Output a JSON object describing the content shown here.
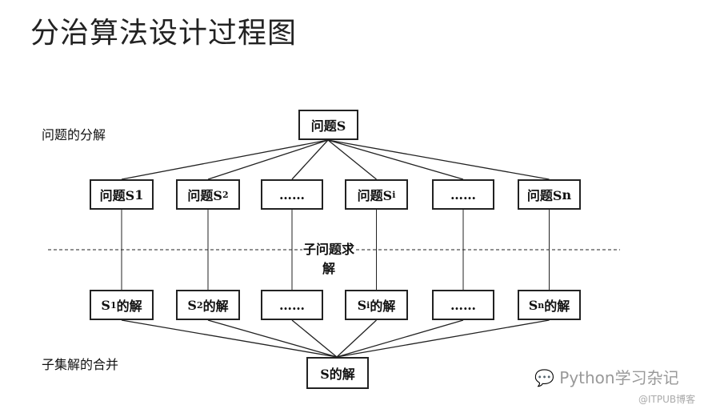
{
  "title": "分治算法设计过程图",
  "labels": {
    "decompose": "问题的分解",
    "solve": "子问题求解",
    "merge": "子集解的合并"
  },
  "root": {
    "text": "问题S"
  },
  "subproblems": [
    {
      "main": "问题S",
      "sub": "",
      "tail": "1"
    },
    {
      "main": "问题S",
      "sub": "2",
      "tail": ""
    },
    {
      "main": "……",
      "sub": "",
      "tail": ""
    },
    {
      "main": "问题S",
      "sub": "i",
      "tail": ""
    },
    {
      "main": "……",
      "sub": "",
      "tail": ""
    },
    {
      "main": "问题S",
      "sub": "",
      "tail": "n"
    }
  ],
  "solutions": [
    {
      "main": "S",
      "sub": "1",
      "tail": "的解"
    },
    {
      "main": "S",
      "sub": "2",
      "tail": "的解"
    },
    {
      "main": "……",
      "sub": "",
      "tail": ""
    },
    {
      "main": "S",
      "sub": "i",
      "tail": "的解"
    },
    {
      "main": "……",
      "sub": "",
      "tail": ""
    },
    {
      "main": "S",
      "sub": "n",
      "tail": "的解"
    }
  ],
  "result": {
    "text": "S的解"
  },
  "watermark": {
    "brand": "Python学习杂记",
    "source": "@ITPUB博客"
  }
}
